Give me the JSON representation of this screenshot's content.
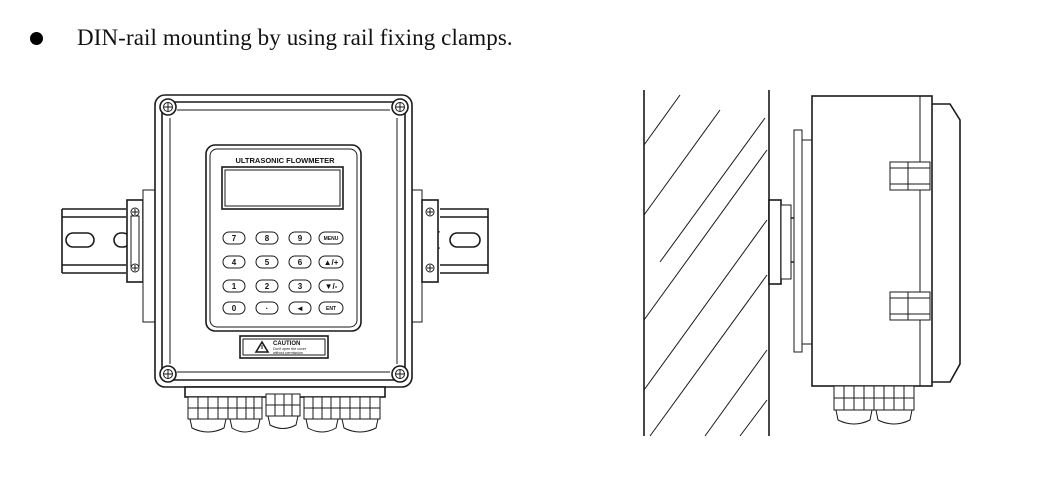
{
  "bullet": {
    "text": "DIN-rail mounting by using rail fixing clamps."
  },
  "front_view": {
    "panel_title": "ULTRASONIC FLOWMETER",
    "keypad": [
      [
        "7",
        "8",
        "9",
        "MENU"
      ],
      [
        "4",
        "5",
        "6",
        "▲/+"
      ],
      [
        "1",
        "2",
        "3",
        "▼/-"
      ],
      [
        "0",
        "·",
        "◄",
        "ENT"
      ]
    ],
    "caution_title": "CAUTION",
    "caution_text_1": "Don't open the cover",
    "caution_text_2": "without permission"
  },
  "side_view": {}
}
